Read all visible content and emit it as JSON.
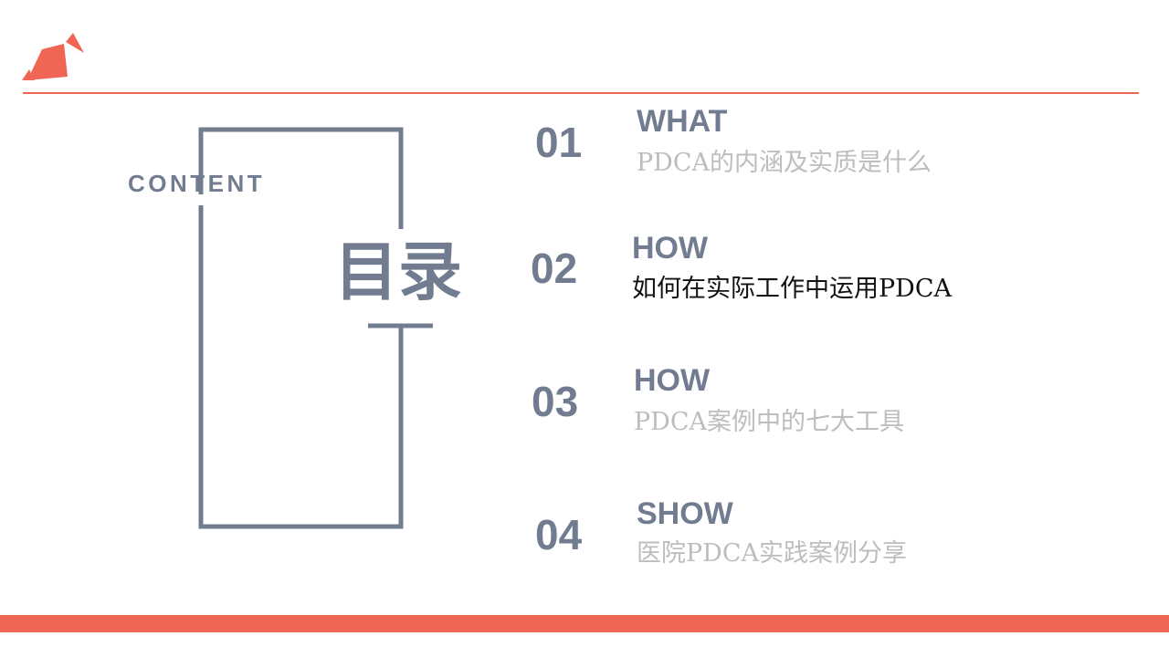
{
  "sidebar": {
    "label": "CONTENT",
    "title": "目录"
  },
  "items": [
    {
      "number": "01",
      "heading": "WHAT",
      "description": "PDCA的内涵及实质是什么",
      "active": false
    },
    {
      "number": "02",
      "heading": "HOW",
      "description": "如何在实际工作中运用PDCA",
      "active": true
    },
    {
      "number": "03",
      "heading": "HOW",
      "description": "PDCA案例中的七大工具",
      "active": false
    },
    {
      "number": "04",
      "heading": "SHOW",
      "description": "医院PDCA实践案例分享",
      "active": false
    }
  ],
  "colors": {
    "accent": "#ef6655",
    "primary": "#717c90",
    "muted": "#bdbdbd",
    "active_text": "#111111"
  },
  "icons": {
    "logo": "triangles-logo-icon"
  }
}
